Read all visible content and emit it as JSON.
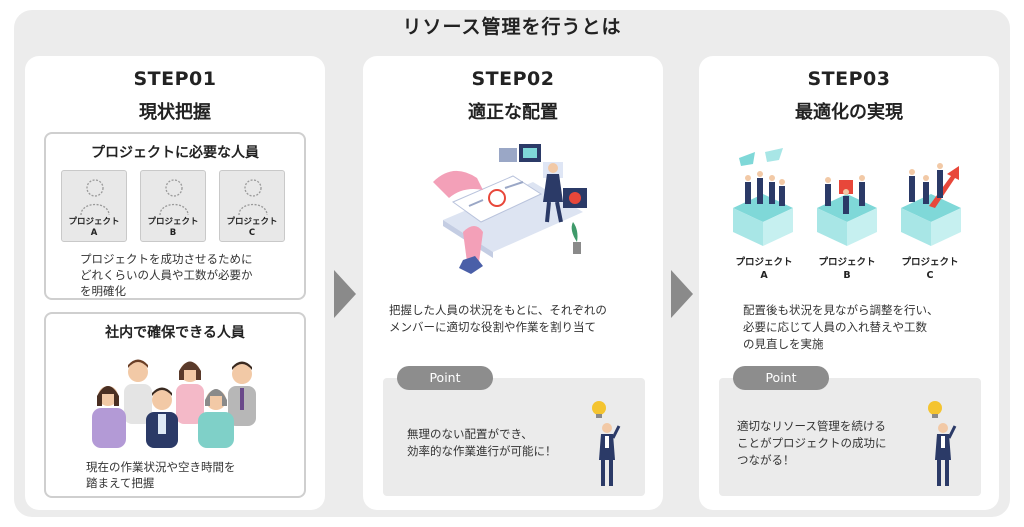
{
  "title": "リソース管理を行うとは",
  "steps": [
    {
      "number": "STEP01",
      "name": "現状把握",
      "box1": {
        "title": "プロジェクトに必要な人員",
        "projects": [
          "プロジェクト\nA",
          "プロジェクト\nB",
          "プロジェクト\nC"
        ],
        "text": "プロジェクトを成功させるために\nどれくらいの人員や工数が必要か\nを明確化"
      },
      "box2": {
        "title": "社内で確保できる人員",
        "text": "現在の作業状況や空き時間を\n踏まえて把握"
      }
    },
    {
      "number": "STEP02",
      "name": "適正な配置",
      "description": "把握した人員の状況をもとに、それぞれの\nメンバーに適切な役割や作業を割り当て",
      "point_label": "Point",
      "point_text": "無理のない配置ができ、\n効率的な作業進行が可能に！"
    },
    {
      "number": "STEP03",
      "name": "最適化の実現",
      "projects": [
        "プロジェクト\nA",
        "プロジェクト\nB",
        "プロジェクト\nC"
      ],
      "description": "配置後も状況を見ながら調整を行い、\n必要に応じて人員の入れ替えや工数\nの見直しを実施",
      "point_label": "Point",
      "point_text": "適切なリソース管理を続ける\nことがプロジェクトの成功に\nつながる！"
    }
  ],
  "colors": {
    "background": "#ececec",
    "panel": "#ffffff",
    "arrow": "#8a8a8a",
    "point_pill": "#8d8d8d",
    "accent_teal": "#7fd8d8",
    "accent_pink": "#f3a0b8",
    "accent_navy": "#2b3a67",
    "accent_red": "#e8473a",
    "bulb_yellow": "#f4c430"
  }
}
